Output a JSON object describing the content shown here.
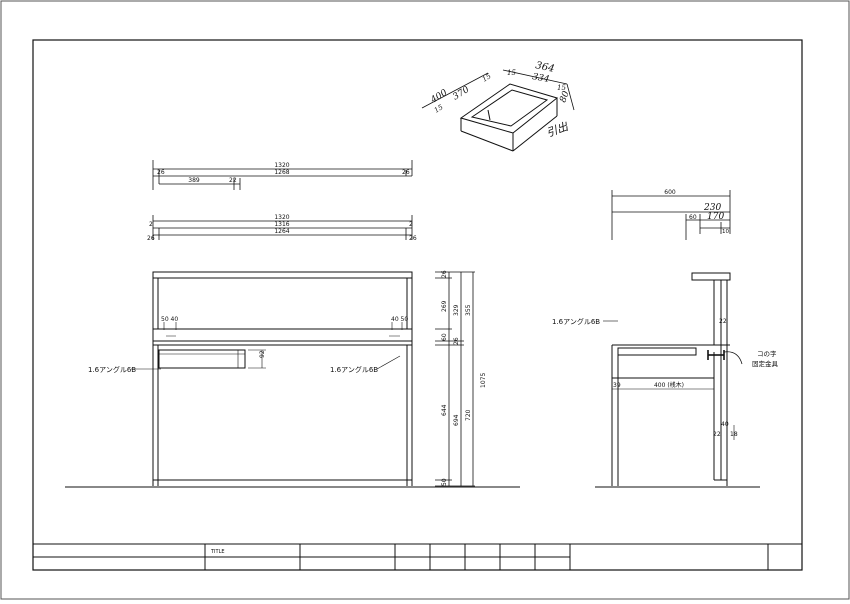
{
  "title_block": {
    "title_label": "TITLE"
  },
  "drawer_sketch": {
    "dim_364": "364",
    "dim_15_a": "15",
    "dim_334": "334",
    "dim_15_b": "15",
    "dim_400": "400",
    "dim_15_c": "15",
    "dim_370": "370",
    "dim_15_d": "15",
    "dim_80": "80",
    "note": "引出"
  },
  "front_view": {
    "top_overall": "1320",
    "top_26_left": "26",
    "top_1268": "1268",
    "top_26_right": "26",
    "top_389": "389",
    "top_22": "22",
    "mid_overall": "1320",
    "mid_2_left": "2",
    "mid_1316": "1316",
    "mid_2_right": "2",
    "mid_26_left": "26",
    "mid_1264": "1264",
    "mid_26_right": "26",
    "shelf_50_40_left": "50 40",
    "shelf_40_50_right": "40 50",
    "dim_92": "92",
    "angle_left": "1.6アングル6B",
    "angle_center": "1.6アングル6B"
  },
  "height_dims": {
    "h26_top": "26",
    "h269": "269",
    "h329": "329",
    "h355": "355",
    "h60": "60",
    "h26_mid": "26",
    "h644": "644",
    "h694": "694",
    "h720": "720",
    "h1075": "1075",
    "h50": "50"
  },
  "side_view": {
    "overall_600": "600",
    "dim_230": "230",
    "dim_60": "60",
    "dim_170": "170",
    "dim_10": "10",
    "angle_label": "1.6アングル6B",
    "dim_22_top": "22",
    "fixture_line1": "コの字",
    "fixture_line2": "固定金具",
    "dim_39": "39",
    "dim_400": "400 (桟木)",
    "dim_40": "40",
    "dim_22_bottom": "22",
    "dim_18": "18"
  }
}
